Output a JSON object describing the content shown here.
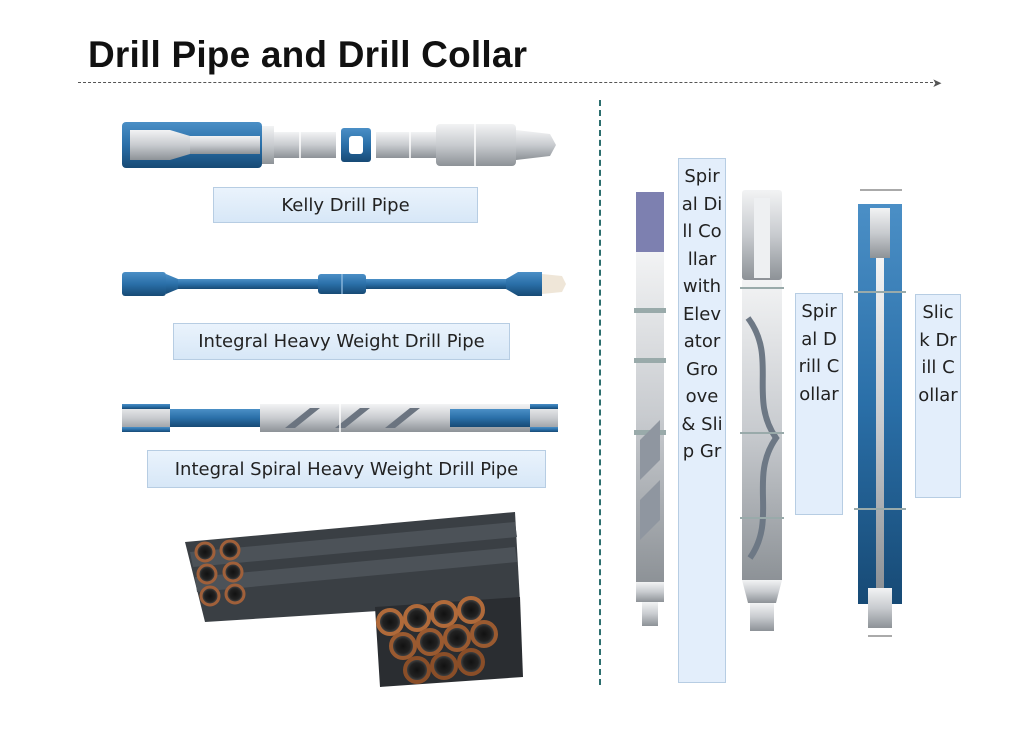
{
  "title": "Drill Pipe and Drill Collar",
  "labels": {
    "kelly": "Kelly Drill Pipe",
    "integral_hw": "Integral Heavy Weight Drill Pipe",
    "integral_spiral_hw": "Integral Spiral Heavy Weight Drill Pipe",
    "spiral_elevator": "Spiral Dill Collar with Elevator Groove & Slip Gr",
    "spiral_collar": "Spiral Drill Collar",
    "slick_collar": "Slick Drill Collar"
  },
  "colors": {
    "pipe_blue": "#2a6fa8",
    "pipe_gray": "#c9ccd0",
    "accent_text": "#222222"
  }
}
